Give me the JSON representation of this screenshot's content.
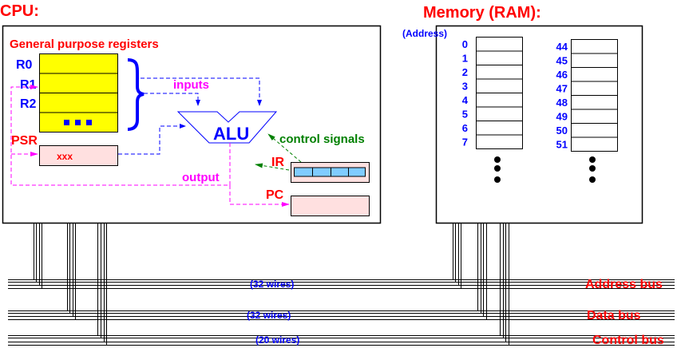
{
  "colors": {
    "title_red": "#ff0000",
    "label_blue": "#0000ff",
    "signal_magenta": "#ff00ff",
    "control_green": "#008000",
    "register_yellow": "#ffff00",
    "register_pink": "#ffe0e0",
    "ir_cell_blue": "#80ccff"
  },
  "cpu": {
    "title": "CPU:",
    "gpr_heading": "General purpose registers",
    "registers": [
      "R0",
      "R1",
      "R2"
    ],
    "register_more": "■ ■ ■",
    "psr_label": "PSR",
    "psr_value": "xxx",
    "alu_label": "ALU",
    "inputs_label": "inputs",
    "output_label": "output",
    "control_signals_label": "control signals",
    "ir_label": "IR",
    "pc_label": "PC"
  },
  "memory": {
    "title": "Memory (RAM):",
    "address_heading": "(Address)",
    "column1_addresses": [
      "0",
      "1",
      "2",
      "3",
      "4",
      "5",
      "6",
      "7"
    ],
    "column2_addresses": [
      "44",
      "45",
      "46",
      "47",
      "48",
      "49",
      "50",
      "51"
    ]
  },
  "buses": [
    {
      "name": "Address bus",
      "wires": "(32 wires)"
    },
    {
      "name": "Data bus",
      "wires": "(32 wires)"
    },
    {
      "name": "Control bus",
      "wires": "(20 wires)"
    }
  ]
}
